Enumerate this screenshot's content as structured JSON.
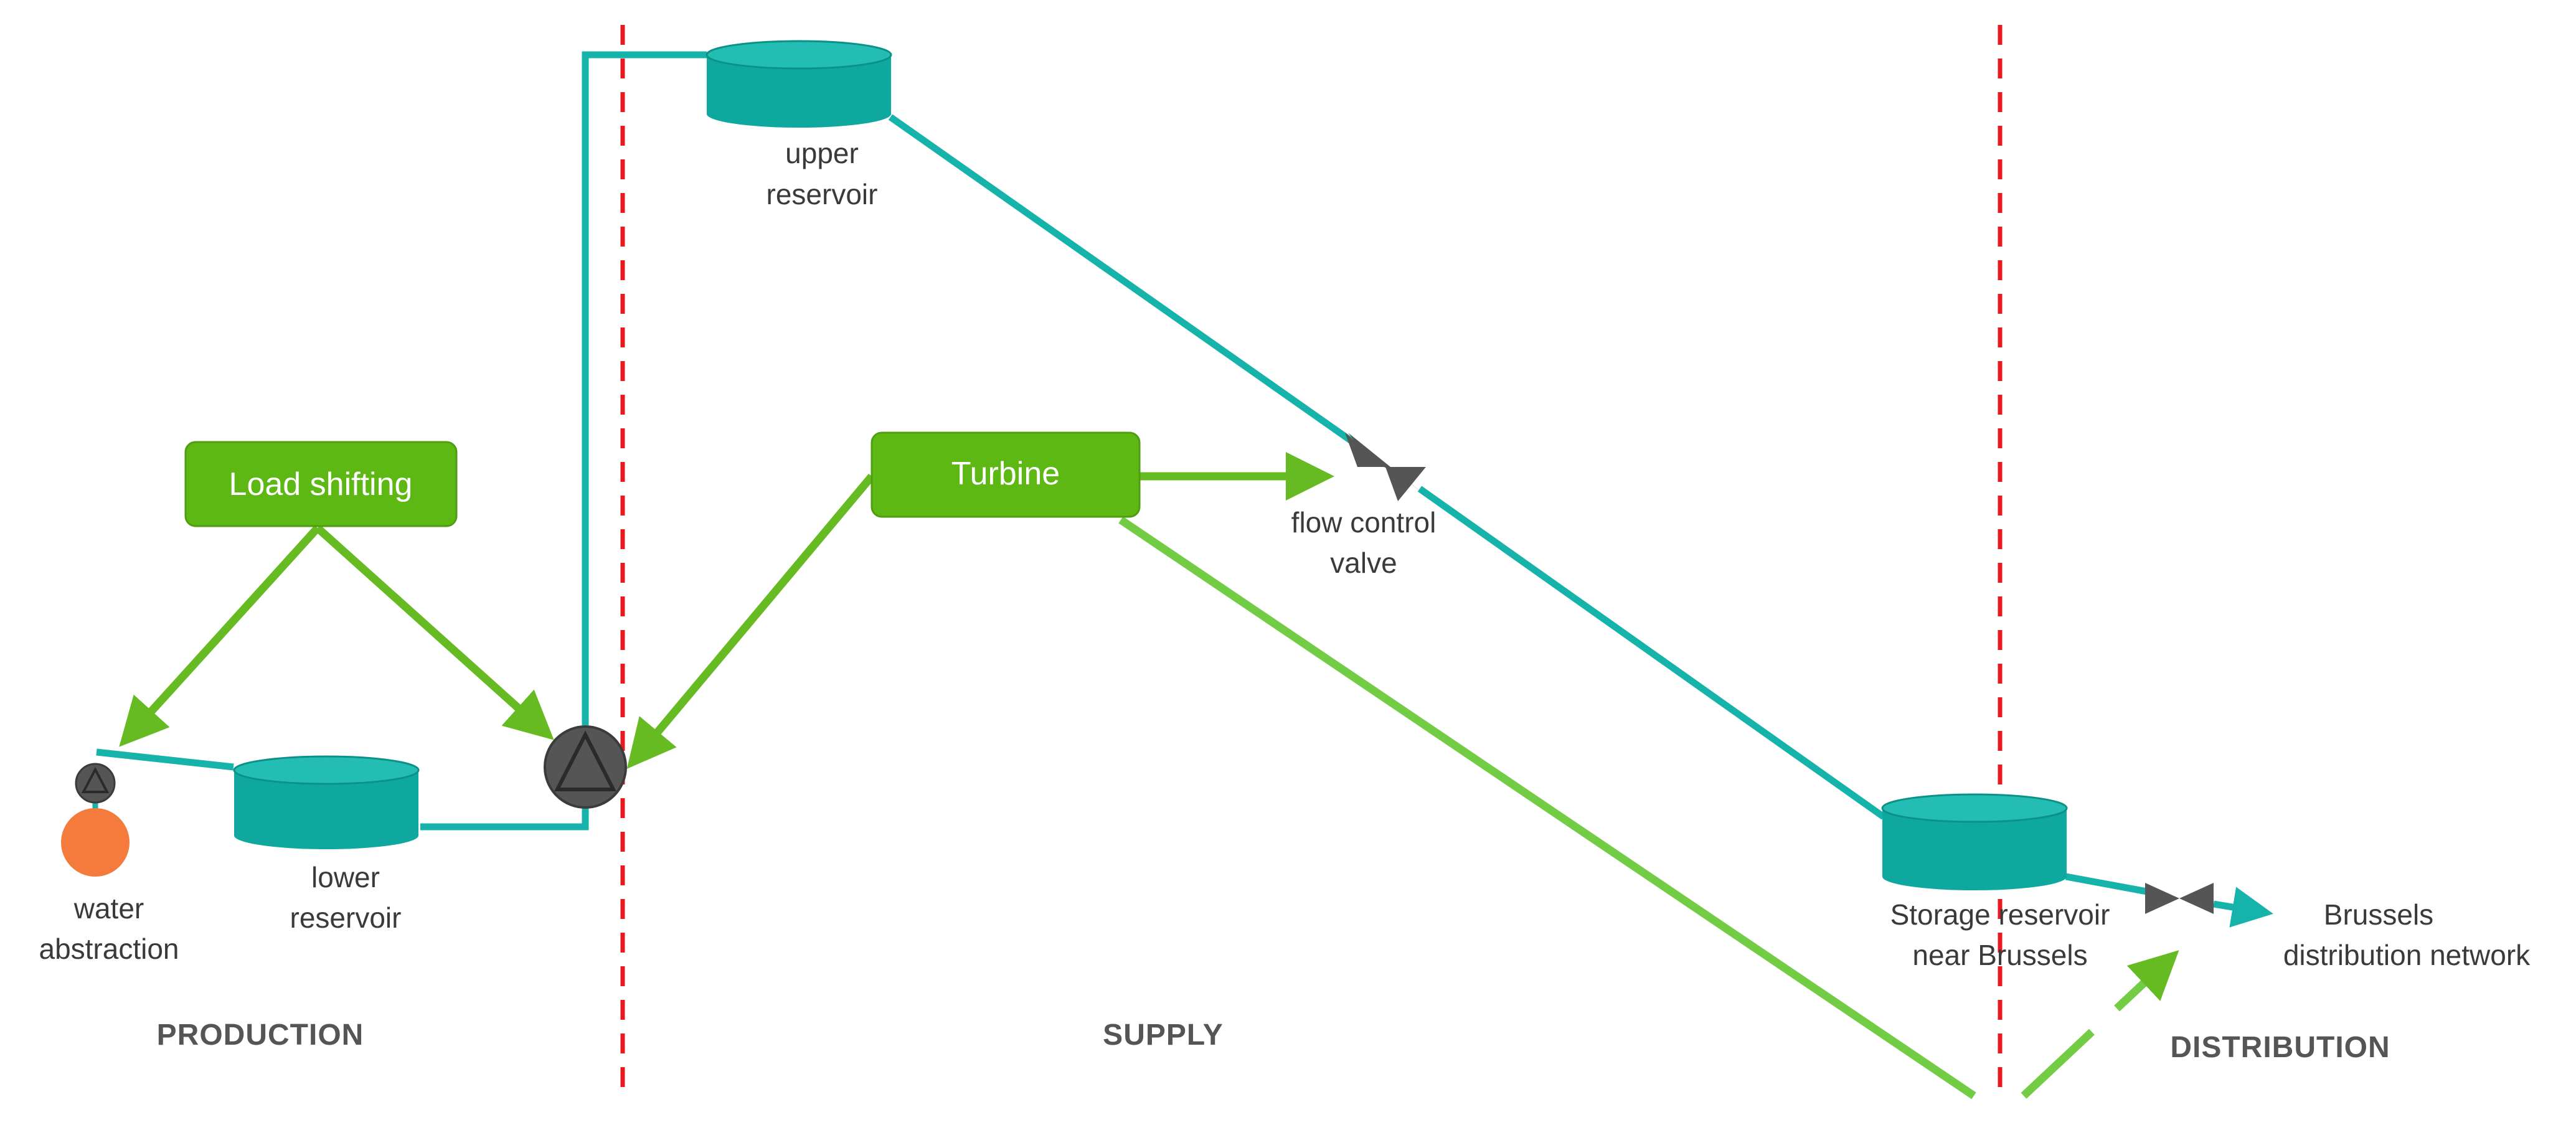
{
  "colors": {
    "pipe": "#16B3AA",
    "reservoir": "#0FA89E",
    "reservoir_top": "#23BDB3",
    "control": "#66BB22",
    "control_box": "#5DB814",
    "boundary": "#E8191F",
    "pump": "#555555",
    "abstraction": "#F47B3C"
  },
  "zones": {
    "production": "PRODUCTION",
    "supply": "SUPPLY",
    "distribution": "DISTRIBUTION"
  },
  "nodes": {
    "load_shifting": "Load shifting",
    "turbine": "Turbine",
    "upper_reservoir": [
      "upper",
      "reservoir"
    ],
    "lower_reservoir": [
      "lower",
      "reservoir"
    ],
    "water_abstraction": [
      "water",
      "abstraction"
    ],
    "flow_control_valve": [
      "flow control",
      "valve"
    ],
    "storage_reservoir": [
      "Storage reservoir",
      "near Brussels"
    ],
    "brussels_network": [
      "Brussels",
      "distribution network"
    ]
  },
  "icons": {
    "pump": "pump-icon",
    "valve": "valve-icon",
    "abstraction": "water-abstraction-icon"
  }
}
